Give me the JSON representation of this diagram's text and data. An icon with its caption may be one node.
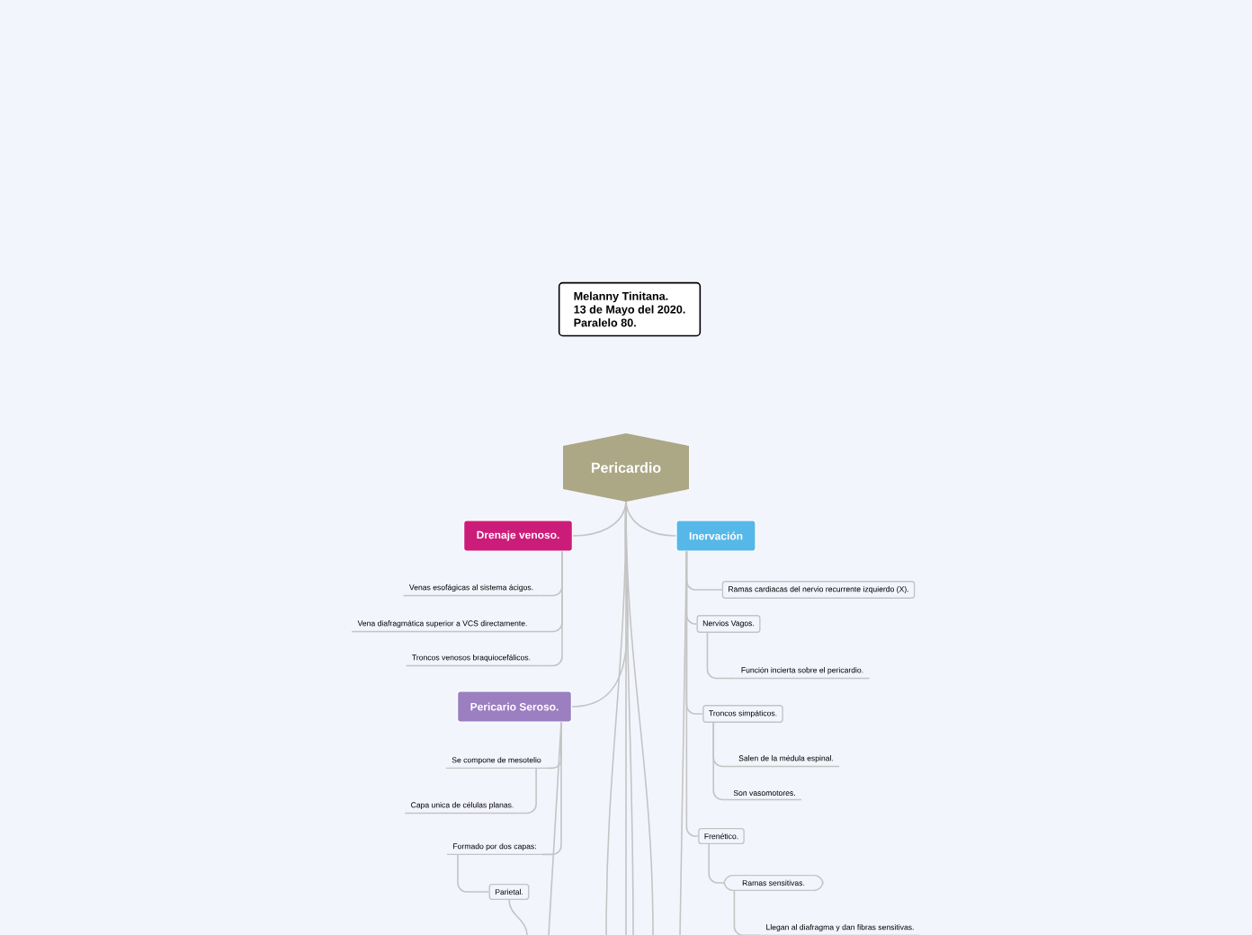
{
  "diagram": {
    "nodes": [
      {
        "text": [
          "Pericardio"
        ]
      },
      {
        "text": [
          "Melanny Tinitana.",
          "13 de Mayo del 2020.",
          "Paralelo 80."
        ]
      },
      {
        "text": [
          "Drenaje venoso."
        ]
      },
      {
        "text": [
          "Venas esofágicas al sistema ácigos."
        ]
      },
      {
        "text": [
          "Vena diafragmática superior a VCS directamente."
        ]
      },
      {
        "text": [
          "Troncos venosos braquiocefálicos."
        ]
      },
      {
        "text": [
          "Pericario Seroso."
        ]
      },
      {
        "text": [
          "Se compone de mesotelio"
        ]
      },
      {
        "text": [
          "Capa unica de células planas."
        ]
      },
      {
        "text": [
          "Formado por dos capas:"
        ]
      },
      {
        "text": [
          "Parietal."
        ]
      },
      {
        "text": [
          "Inervación"
        ]
      },
      {
        "text": [
          "Ramas cardiacas del nervio recurrente izquierdo (X)."
        ]
      },
      {
        "text": [
          "Nervios Vagos."
        ]
      },
      {
        "text": [
          "Función incierta sobre el pericardio."
        ]
      },
      {
        "text": [
          "Troncos simpáticos."
        ]
      },
      {
        "text": [
          "Salen de la médula espinal."
        ]
      },
      {
        "text": [
          "Son vasomotores."
        ]
      },
      {
        "text": [
          "Frenético."
        ]
      },
      {
        "text": [
          "Ramas sensitivas."
        ]
      },
      {
        "text": [
          "Llegan al diafragma y dan fibras sensitivas."
        ]
      }
    ],
    "edges": [
      {
        "from": 0,
        "to": 2,
        "arrow": "none"
      },
      {
        "from": 2,
        "to": 3,
        "arrow": "none"
      },
      {
        "from": 2,
        "to": 4,
        "arrow": "none"
      },
      {
        "from": 2,
        "to": 5,
        "arrow": "none"
      },
      {
        "from": 0,
        "to": 6,
        "arrow": "none"
      },
      {
        "from": 6,
        "to": 7,
        "arrow": "none"
      },
      {
        "from": 7,
        "to": 8,
        "arrow": "none"
      },
      {
        "from": 6,
        "to": 9,
        "arrow": "none"
      },
      {
        "from": 9,
        "to": 10,
        "arrow": "none"
      },
      {
        "from": 10,
        "to": null,
        "arrow": "none"
      },
      {
        "from": 6,
        "to": null,
        "arrow": "none"
      },
      {
        "from": 0,
        "to": 11,
        "arrow": "none"
      },
      {
        "from": 11,
        "to": 12,
        "arrow": "none"
      },
      {
        "from": 11,
        "to": 13,
        "arrow": "none"
      },
      {
        "from": 13,
        "to": 14,
        "arrow": "none"
      },
      {
        "from": 11,
        "to": 15,
        "arrow": "none"
      },
      {
        "from": 15,
        "to": 16,
        "arrow": "none"
      },
      {
        "from": 15,
        "to": 17,
        "arrow": "none"
      },
      {
        "from": 11,
        "to": 18,
        "arrow": "none"
      },
      {
        "from": 18,
        "to": 19,
        "arrow": "none"
      },
      {
        "from": 19,
        "to": 20,
        "arrow": "none"
      },
      {
        "from": 11,
        "to": null,
        "arrow": "none"
      },
      {
        "from": 0,
        "to": null,
        "arrow": "none"
      },
      {
        "from": 0,
        "to": null,
        "arrow": "none"
      },
      {
        "from": 0,
        "to": null,
        "arrow": "none"
      },
      {
        "from": 0,
        "to": null,
        "arrow": "none"
      }
    ]
  }
}
